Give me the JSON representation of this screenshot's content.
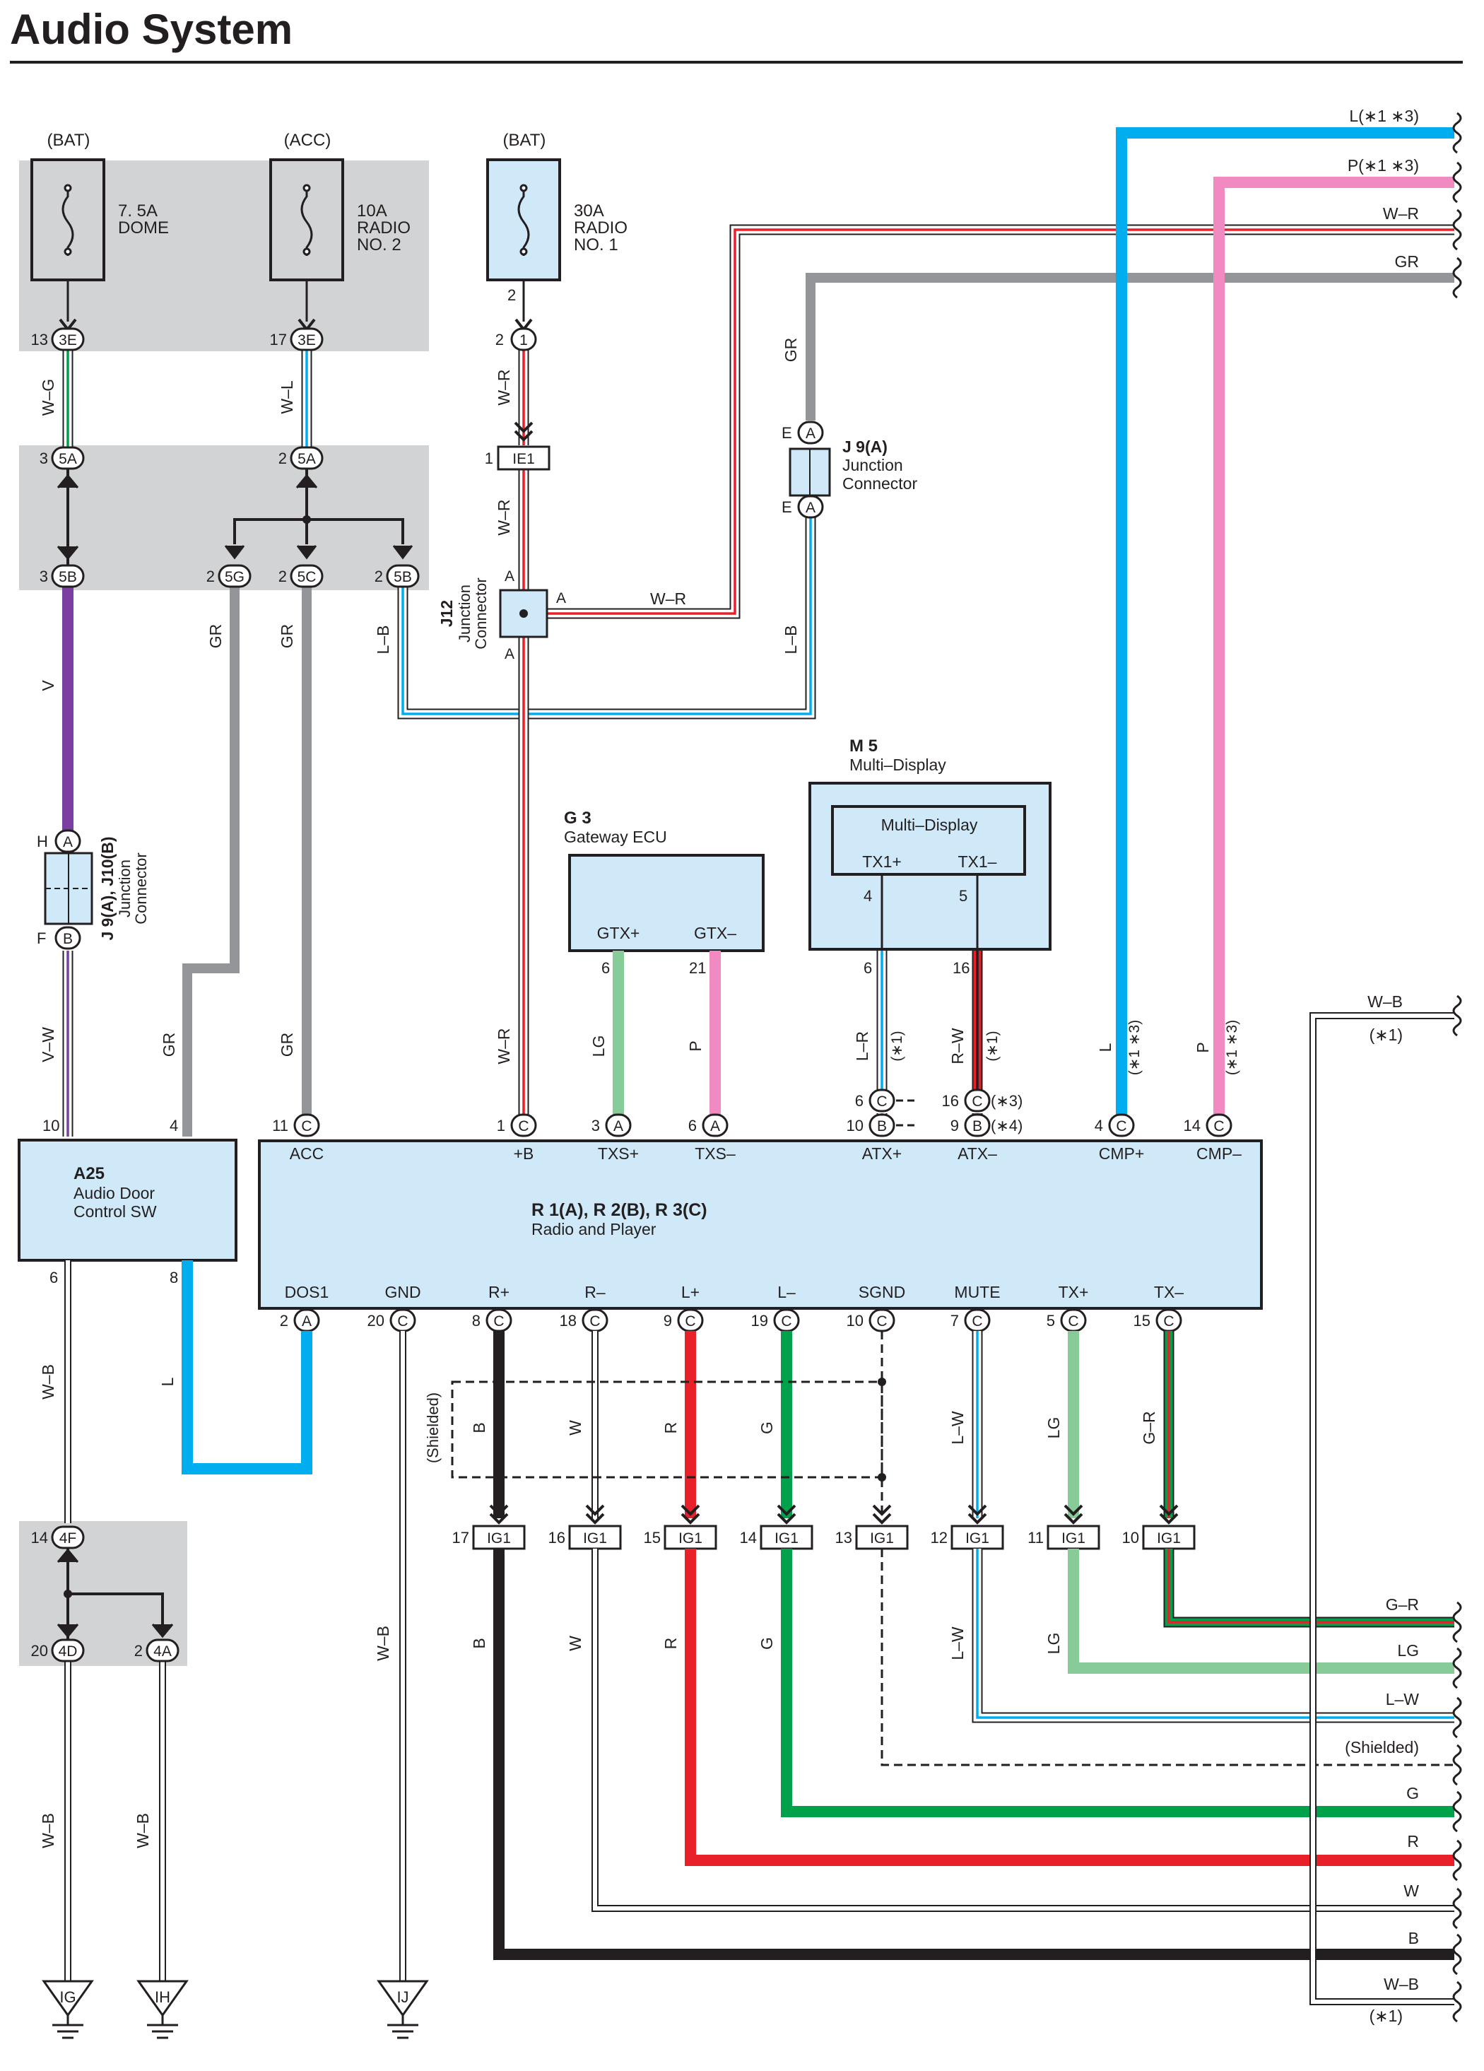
{
  "title": "Audio System",
  "colors": {
    "bg_box": "#d1d3d4",
    "comp_fill": "#cfe9f8",
    "W": "#ffffff",
    "R": "#e8202a",
    "B": "#231f20",
    "G": "#00a14b",
    "LG": "#86cb98",
    "L": "#00aeef",
    "P": "#f08ac0",
    "GR": "#939598",
    "V": "#7a3fa0",
    "outline": "#231f20"
  },
  "fuses": [
    {
      "source": "(BAT)",
      "rating": "7. 5A",
      "name": "DOME"
    },
    {
      "source": "(ACC)",
      "rating": "10A",
      "name": "RADIO NO. 2"
    },
    {
      "source": "(BAT)",
      "rating": "30A",
      "name": "RADIO NO. 1"
    }
  ],
  "connectors": {
    "c3e13": {
      "pin": "13",
      "name": "3E"
    },
    "c3e17": {
      "pin": "17",
      "name": "3E"
    },
    "c1": {
      "pin": "2",
      "name": "1"
    },
    "ie1": {
      "pin": "1",
      "name": "IE1"
    },
    "c5a3": {
      "pin": "3",
      "name": "5A"
    },
    "c5a2": {
      "pin": "2",
      "name": "5A"
    },
    "c5b3": {
      "pin": "3",
      "name": "5B"
    },
    "c5g": {
      "pin": "2",
      "name": "5G"
    },
    "c5c": {
      "pin": "2",
      "name": "5C"
    },
    "c5b2": {
      "pin": "2",
      "name": "5B"
    },
    "c4f": {
      "pin": "14",
      "name": "4F"
    },
    "c4d": {
      "pin": "20",
      "name": "4D"
    },
    "c4a": {
      "pin": "2",
      "name": "4A"
    },
    "j9aE1": {
      "pin": "E",
      "name": "A"
    },
    "j9aE2": {
      "pin": "E",
      "name": "A"
    },
    "j9H": {
      "pin": "H",
      "name": "A"
    },
    "j10F": {
      "pin": "F",
      "name": "B"
    }
  },
  "junctions": {
    "j12": {
      "id": "J12",
      "name": "Junction Connector",
      "pin": "A"
    },
    "j9a": {
      "id": "J 9(A)",
      "name": "Junction Connector"
    },
    "j9j10": {
      "id": "J 9(A), J10(B)",
      "name": "Junction Connector"
    }
  },
  "components": {
    "a25": {
      "id": "A25",
      "name": "Audio Door Control SW"
    },
    "g3": {
      "id": "G 3",
      "name": "Gateway ECU",
      "pins": [
        "GTX+",
        "GTX–"
      ]
    },
    "m5": {
      "id": "M 5",
      "name": "Multi–Display",
      "inner": "Multi–Display",
      "pins": [
        "TX1+",
        "TX1–"
      ]
    },
    "radio": {
      "id": "R 1(A), R 2(B), R 3(C)",
      "name": "Radio and Player"
    }
  },
  "radio_top_pins": [
    {
      "term": "ACC",
      "pin": "11",
      "conn": "C"
    },
    {
      "term": "+B",
      "pin": "1",
      "conn": "C"
    },
    {
      "term": "TXS+",
      "pin": "3",
      "conn": "A"
    },
    {
      "term": "TXS–",
      "pin": "6",
      "conn": "A"
    },
    {
      "term": "ATX+",
      "pin": "10",
      "conn": "B"
    },
    {
      "term": "ATX–",
      "pin": "9",
      "conn": "B"
    },
    {
      "term": "CMP+",
      "pin": "4",
      "conn": "C"
    },
    {
      "term": "CMP–",
      "pin": "14",
      "conn": "C"
    }
  ],
  "radio_alt_pins": [
    {
      "pin": "6",
      "conn": "C"
    },
    {
      "pin": "16",
      "conn": "C",
      "note": "(*3)"
    },
    {
      "note": "(*4)"
    }
  ],
  "radio_bottom_pins": [
    {
      "term": "DOS1",
      "pin": "2",
      "conn": "A"
    },
    {
      "term": "GND",
      "pin": "20",
      "conn": "C"
    },
    {
      "term": "R+",
      "pin": "8",
      "conn": "C"
    },
    {
      "term": "R–",
      "pin": "18",
      "conn": "C"
    },
    {
      "term": "L+",
      "pin": "9",
      "conn": "C"
    },
    {
      "term": "L–",
      "pin": "19",
      "conn": "C"
    },
    {
      "term": "SGND",
      "pin": "10",
      "conn": "C"
    },
    {
      "term": "MUTE",
      "pin": "7",
      "conn": "C"
    },
    {
      "term": "TX+",
      "pin": "5",
      "conn": "C"
    },
    {
      "term": "TX–",
      "pin": "15",
      "conn": "C"
    }
  ],
  "ig1_pins": [
    "17",
    "16",
    "15",
    "14",
    "13",
    "12",
    "11",
    "10"
  ],
  "ig1_name": "IG1",
  "grounds": [
    "IG",
    "IH",
    "IJ"
  ],
  "a25_pins": [
    "10",
    "4",
    "6",
    "8"
  ],
  "g3_pin_nums": [
    "6",
    "21"
  ],
  "m5_pin_nums": [
    "4",
    "5",
    "6",
    "16"
  ],
  "wire_labels": {
    "wg": "W–G",
    "wl": "W–L",
    "wr": "W–R",
    "gr": "GR",
    "lb": "L–B",
    "v": "V",
    "vw": "V–W",
    "wb": "W–B",
    "l": "L",
    "lg": "LG",
    "p": "P",
    "lr": "L–R",
    "rw": "R–W",
    "b": "B",
    "w": "W",
    "r": "R",
    "g": "G",
    "lw": "L–W",
    "ggr": "G–R",
    "star1": "(*1)",
    "star13": "(*1 *3)",
    "shielded": "(Shielded)"
  },
  "right_edge_labels": {
    "top": [
      "L(*1 *3)",
      "P(*1 *3)",
      "W–R",
      "GR"
    ],
    "mid": [
      "W–B",
      "(*1)"
    ],
    "bottom": [
      "G–R",
      "LG",
      "L–W",
      "(Shielded)",
      "G",
      "R",
      "W",
      "B",
      "W–B",
      "(*1)"
    ]
  }
}
